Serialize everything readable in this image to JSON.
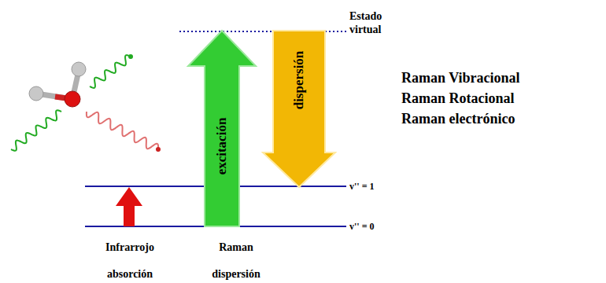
{
  "diagram": {
    "nodes": [
      {
        "text": [
          "excitación"
        ]
      },
      {
        "text": [
          "dispersión"
        ]
      }
    ],
    "labels": [
      "Estado virtual",
      "v'' = 1",
      "v'' = 0",
      "Infrarrojo absorción",
      "Raman dispersión",
      "Raman Vibracional",
      "Raman Rotacional",
      "Raman electrónico"
    ]
  }
}
